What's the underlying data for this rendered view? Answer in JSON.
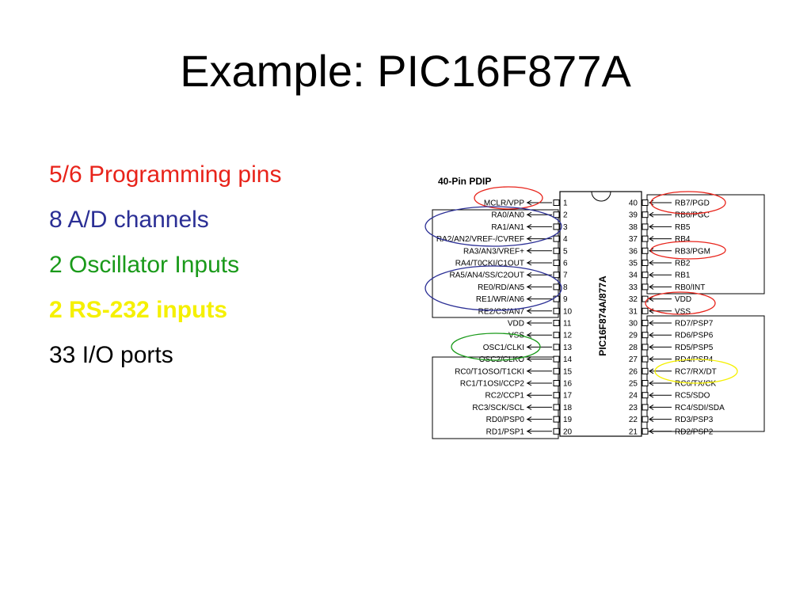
{
  "slide": {
    "title": "Example: PIC16F877A"
  },
  "bullets": [
    {
      "text": "5/6 Programming pins",
      "color": "#e8231a",
      "bold": false
    },
    {
      "text": "8 A/D channels",
      "color": "#2b2f95",
      "bold": false
    },
    {
      "text": "2 Oscillator Inputs",
      "color": "#1a9a1a",
      "bold": false
    },
    {
      "text": "2 RS-232 inputs",
      "color": "#f5f000",
      "bold": true
    },
    {
      "text": "33 I/O ports",
      "color": "#000000",
      "bold": false
    }
  ],
  "diagram": {
    "package_label": "40-Pin PDIP",
    "chip_name": "PIC16F874A/877A",
    "left_pins": [
      {
        "num": "1",
        "label": "MCLR/VPP"
      },
      {
        "num": "2",
        "label": "RA0/AN0"
      },
      {
        "num": "3",
        "label": "RA1/AN1"
      },
      {
        "num": "4",
        "label": "RA2/AN2/VREF-/CVREF"
      },
      {
        "num": "5",
        "label": "RA3/AN3/VREF+"
      },
      {
        "num": "6",
        "label": "RA4/T0CKI/C1OUT"
      },
      {
        "num": "7",
        "label": "RA5/AN4/SS/C2OUT"
      },
      {
        "num": "8",
        "label": "RE0/RD/AN5"
      },
      {
        "num": "9",
        "label": "RE1/WR/AN6"
      },
      {
        "num": "10",
        "label": "RE2/CS/AN7"
      },
      {
        "num": "11",
        "label": "VDD"
      },
      {
        "num": "12",
        "label": "VSS"
      },
      {
        "num": "13",
        "label": "OSC1/CLKI"
      },
      {
        "num": "14",
        "label": "OSC2/CLKO"
      },
      {
        "num": "15",
        "label": "RC0/T1OSO/T1CKI"
      },
      {
        "num": "16",
        "label": "RC1/T1OSI/CCP2"
      },
      {
        "num": "17",
        "label": "RC2/CCP1"
      },
      {
        "num": "18",
        "label": "RC3/SCK/SCL"
      },
      {
        "num": "19",
        "label": "RD0/PSP0"
      },
      {
        "num": "20",
        "label": "RD1/PSP1"
      }
    ],
    "right_pins": [
      {
        "num": "40",
        "label": "RB7/PGD"
      },
      {
        "num": "39",
        "label": "RB6/PGC"
      },
      {
        "num": "38",
        "label": "RB5"
      },
      {
        "num": "37",
        "label": "RB4"
      },
      {
        "num": "36",
        "label": "RB3/PGM"
      },
      {
        "num": "35",
        "label": "RB2"
      },
      {
        "num": "34",
        "label": "RB1"
      },
      {
        "num": "33",
        "label": "RB0/INT"
      },
      {
        "num": "32",
        "label": "VDD"
      },
      {
        "num": "31",
        "label": "VSS"
      },
      {
        "num": "30",
        "label": "RD7/PSP7"
      },
      {
        "num": "29",
        "label": "RD6/PSP6"
      },
      {
        "num": "28",
        "label": "RD5/PSP5"
      },
      {
        "num": "27",
        "label": "RD4/PSP4"
      },
      {
        "num": "26",
        "label": "RC7/RX/DT"
      },
      {
        "num": "25",
        "label": "RC6/TX/CK"
      },
      {
        "num": "24",
        "label": "RC5/SDO"
      },
      {
        "num": "23",
        "label": "RC4/SDI/SDA"
      },
      {
        "num": "22",
        "label": "RD3/PSP3"
      },
      {
        "num": "21",
        "label": "RD2/PSP2"
      }
    ],
    "highlight_colors": {
      "programming": "#e8231a",
      "analog": "#2b2f95",
      "oscillator": "#1a9a1a",
      "serial": "#f5f000"
    }
  }
}
